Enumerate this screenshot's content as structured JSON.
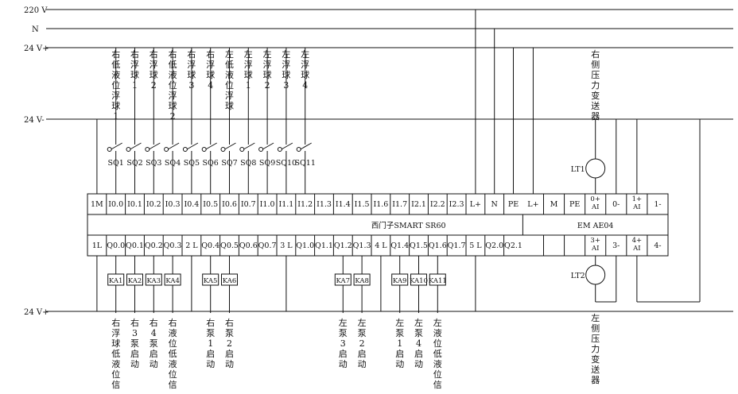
{
  "rails": {
    "v220": "220 V",
    "n": "N",
    "v24_top": "24 V+",
    "v24_minus": "24 V-",
    "v24_bottom": "24 V+"
  },
  "plc": {
    "name": "西门子SMART SR60",
    "inputs": [
      "1M",
      "I0.0",
      "I0.1",
      "I0.2",
      "I0.3",
      "I0.4",
      "I0.5",
      "I0.6",
      "I0.7",
      "I1.0",
      "I1.1",
      "I1.2",
      "I1.3",
      "I1.4",
      "I1.5",
      "I1.6",
      "I1.7",
      "I2.1",
      "I2.2",
      "I2.3",
      "L+",
      "N",
      "PE"
    ],
    "outputs": [
      "1L",
      "Q0.0",
      "Q0.1",
      "Q0.2",
      "Q0.3",
      "2 L",
      "Q0.4",
      "Q0.5",
      "Q0.6",
      "Q0.7",
      "3 L",
      "Q1.0",
      "Q1.1",
      "Q1.2",
      "Q1.3",
      "4 L",
      "Q1.4",
      "Q1.5",
      "Q1.6",
      "Q1.7",
      "5 L",
      "Q2.0",
      "Q2.1"
    ]
  },
  "module": {
    "name": "EM AE04",
    "top": [
      "L+",
      "M",
      "PE",
      "0+|AI",
      "0-",
      "1+|AI",
      "1-"
    ],
    "bottom": [
      "",
      "",
      "",
      "3+|AI",
      "3-",
      "4+|AI",
      "4-"
    ]
  },
  "switches": [
    "SQ1",
    "SQ2",
    "SQ3",
    "SQ4",
    "SQ5",
    "SQ6",
    "SQ7",
    "SQ8",
    "SQ9",
    "SQ10",
    "SQ11"
  ],
  "sensor_labels": [
    "右低液位浮球1",
    "右浮球1",
    "右浮球2",
    "右低液位浮球2",
    "右浮球3",
    "右浮球4",
    "左低液位浮球",
    "左浮球1",
    "左浮球2",
    "左浮球3",
    "左浮球4"
  ],
  "relays": [
    "KA1",
    "KA2",
    "KA3",
    "KA4",
    "KA5",
    "KA6",
    "KA7",
    "KA8",
    "KA9",
    "KA10",
    "KA11"
  ],
  "output_labels": [
    "右浮球低液位信号",
    "右3泵启动",
    "右4泵启动",
    "右液位低液位信号",
    "右泵1启动",
    "右泵2启动",
    "左泵3启动",
    "左泵2启动",
    "左泵1启动",
    "左泵4启动",
    "左液位低液位信号"
  ],
  "transmitters": {
    "lt1": "LT1",
    "lt2": "LT2",
    "right_label": "右侧压力变送器",
    "left_label": "左侧压力变送器"
  }
}
